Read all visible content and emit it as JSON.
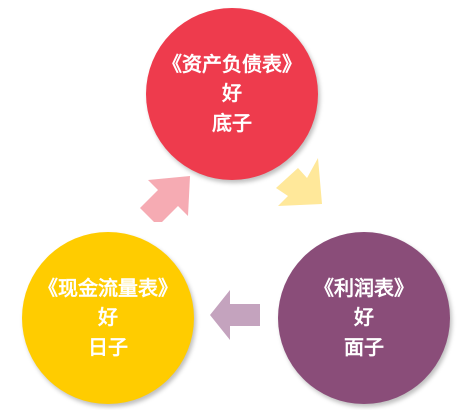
{
  "nodes": {
    "top": {
      "title": "《资产负债表》",
      "line1": "好",
      "line2": "底子",
      "color": "#EE3B4D"
    },
    "right": {
      "title": "《利润表》",
      "line1": "好",
      "line2": "面子",
      "color": "#8A4D79"
    },
    "left": {
      "title": "《现金流量表》",
      "line1": "好",
      "line2": "日子",
      "color": "#FFCC00"
    }
  },
  "arrows": {
    "top_to_right": {
      "color": "#FFE89A"
    },
    "right_to_left": {
      "color": "#C4A3BE"
    },
    "left_to_top": {
      "color": "#F6ABB3"
    }
  }
}
